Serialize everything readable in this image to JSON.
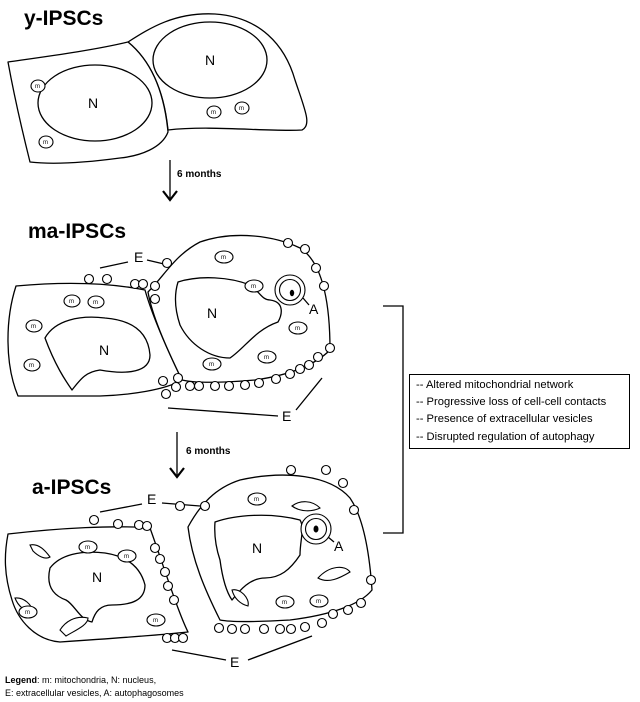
{
  "stages": {
    "young": "y-IPSCs",
    "middle_aged": "ma-IPSCs",
    "aged": "a-IPSCs"
  },
  "arrows": {
    "first_interval": "6 months",
    "second_interval": "6 months"
  },
  "labels": {
    "nucleus": "N",
    "mitochondria": "m",
    "vesicles": "E",
    "autophagosome": "A"
  },
  "summary": [
    "-- Altered mitochondrial network",
    "-- Progressive loss of cell-cell contacts",
    "-- Presence of extracellular vesicles",
    "-- Disrupted regulation of autophagy"
  ],
  "legend": {
    "title": "Legend",
    "line1": ": m: mitochondria, N: nucleus,",
    "line2": "E: extracellular vesicles, A: autophagosomes"
  }
}
